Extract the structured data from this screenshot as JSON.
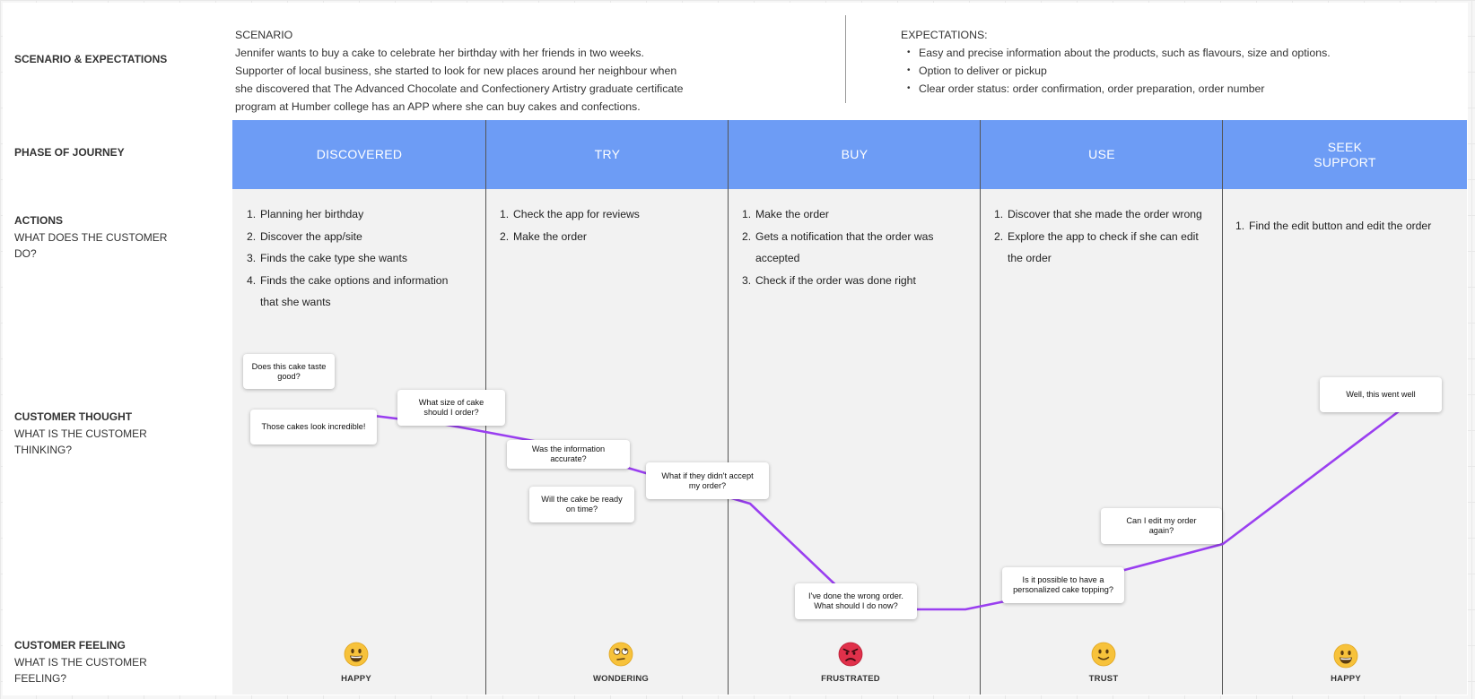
{
  "row_labels": {
    "scenario": "SCENARIO & EXPECTATIONS",
    "phase": "PHASE OF JOURNEY",
    "actions_title": "ACTIONS",
    "actions_sub1": "WHAT DOES THE CUSTOMER",
    "actions_sub2": "DO?",
    "thought_title": "CUSTOMER THOUGHT",
    "thought_sub1": "WHAT IS THE CUSTOMER",
    "thought_sub2": "THINKING?",
    "feeling_title": "CUSTOMER FEELING",
    "feeling_sub1": "WHAT IS THE CUSTOMER",
    "feeling_sub2": "FEELING?"
  },
  "scenario": {
    "heading": "SCENARIO",
    "lines": [
      "Jennifer wants to buy a cake to celebrate her birthday with her friends in two weeks.",
      "Supporter of local business, she started to look for new places around her neighbour when",
      "she discovered that The Advanced Chocolate and Confectionery Artistry graduate certificate",
      "program at Humber college has an APP where she can buy cakes and confections."
    ]
  },
  "expectations": {
    "heading": "EXPECTATIONS:",
    "items": [
      "Easy and precise information about the products, such as flavours, size and options.",
      "Option to deliver or pickup",
      "Clear order status: order confirmation, order preparation, order number"
    ]
  },
  "phases": [
    {
      "line1": "DISCOVERED",
      "line2": ""
    },
    {
      "line1": "TRY",
      "line2": ""
    },
    {
      "line1": "BUY",
      "line2": ""
    },
    {
      "line1": "USE",
      "line2": ""
    },
    {
      "line1": "SEEK",
      "line2": "SUPPORT"
    }
  ],
  "actions": [
    {
      "items": [
        {
          "n": "1.",
          "l1": "Planning her birthday",
          "l2": ""
        },
        {
          "n": "2.",
          "l1": "Discover the app/site",
          "l2": ""
        },
        {
          "n": "3.",
          "l1": "Finds the cake type she wants",
          "l2": ""
        },
        {
          "n": "4.",
          "l1": "Finds the cake options and information",
          "l2": "that she wants"
        }
      ]
    },
    {
      "items": [
        {
          "n": "1.",
          "l1": "Check the app for reviews",
          "l2": ""
        },
        {
          "n": "2.",
          "l1": "Make the order",
          "l2": ""
        }
      ]
    },
    {
      "items": [
        {
          "n": "1.",
          "l1": "Make the order",
          "l2": ""
        },
        {
          "n": "2.",
          "l1": "Gets a notification that the order was",
          "l2": "accepted"
        },
        {
          "n": "3.",
          "l1": "Check if the order was done right",
          "l2": ""
        }
      ]
    },
    {
      "items": [
        {
          "n": "1.",
          "l1": "Discover that she made the order wrong",
          "l2": ""
        },
        {
          "n": "2.",
          "l1": "Explore the app to check if she can edit",
          "l2": "the order"
        }
      ]
    },
    {
      "items": [
        {
          "n": "1.",
          "l1": "Find the edit button and edit the order",
          "l2": ""
        }
      ]
    }
  ],
  "thoughts": [
    {
      "l1": "Does this cake taste",
      "l2": "good?"
    },
    {
      "l1": "Those cakes look incredible!",
      "l2": ""
    },
    {
      "l1": "What size of cake",
      "l2": "should I order?"
    },
    {
      "l1": "Was the information",
      "l2": "accurate?"
    },
    {
      "l1": "Will the cake be ready",
      "l2": "on time?"
    },
    {
      "l1": "What if they didn't accept",
      "l2": "my order?"
    },
    {
      "l1": "I've done the wrong order.",
      "l2": "What should I do now?"
    },
    {
      "l1": "Is it possible to have a",
      "l2": "personalized cake topping?"
    },
    {
      "l1": "Can I edit my order",
      "l2": "again?"
    },
    {
      "l1": "Well, this went well",
      "l2": ""
    }
  ],
  "feelings": [
    {
      "label": "HAPPY",
      "icon": "grinning-face-icon"
    },
    {
      "label": "WONDERING",
      "icon": "eye-roll-face-icon"
    },
    {
      "label": "FRUSTRATED",
      "icon": "angry-face-icon"
    },
    {
      "label": "TRUST",
      "icon": "slight-smile-face-icon"
    },
    {
      "label": "HAPPY",
      "icon": "grinning-face-icon"
    }
  ],
  "colors": {
    "phase_bar": "#6d9cf5",
    "journey_line": "#9a3ff0",
    "emotion_yellow": "#f7c23b",
    "emotion_red": "#e0304a"
  }
}
